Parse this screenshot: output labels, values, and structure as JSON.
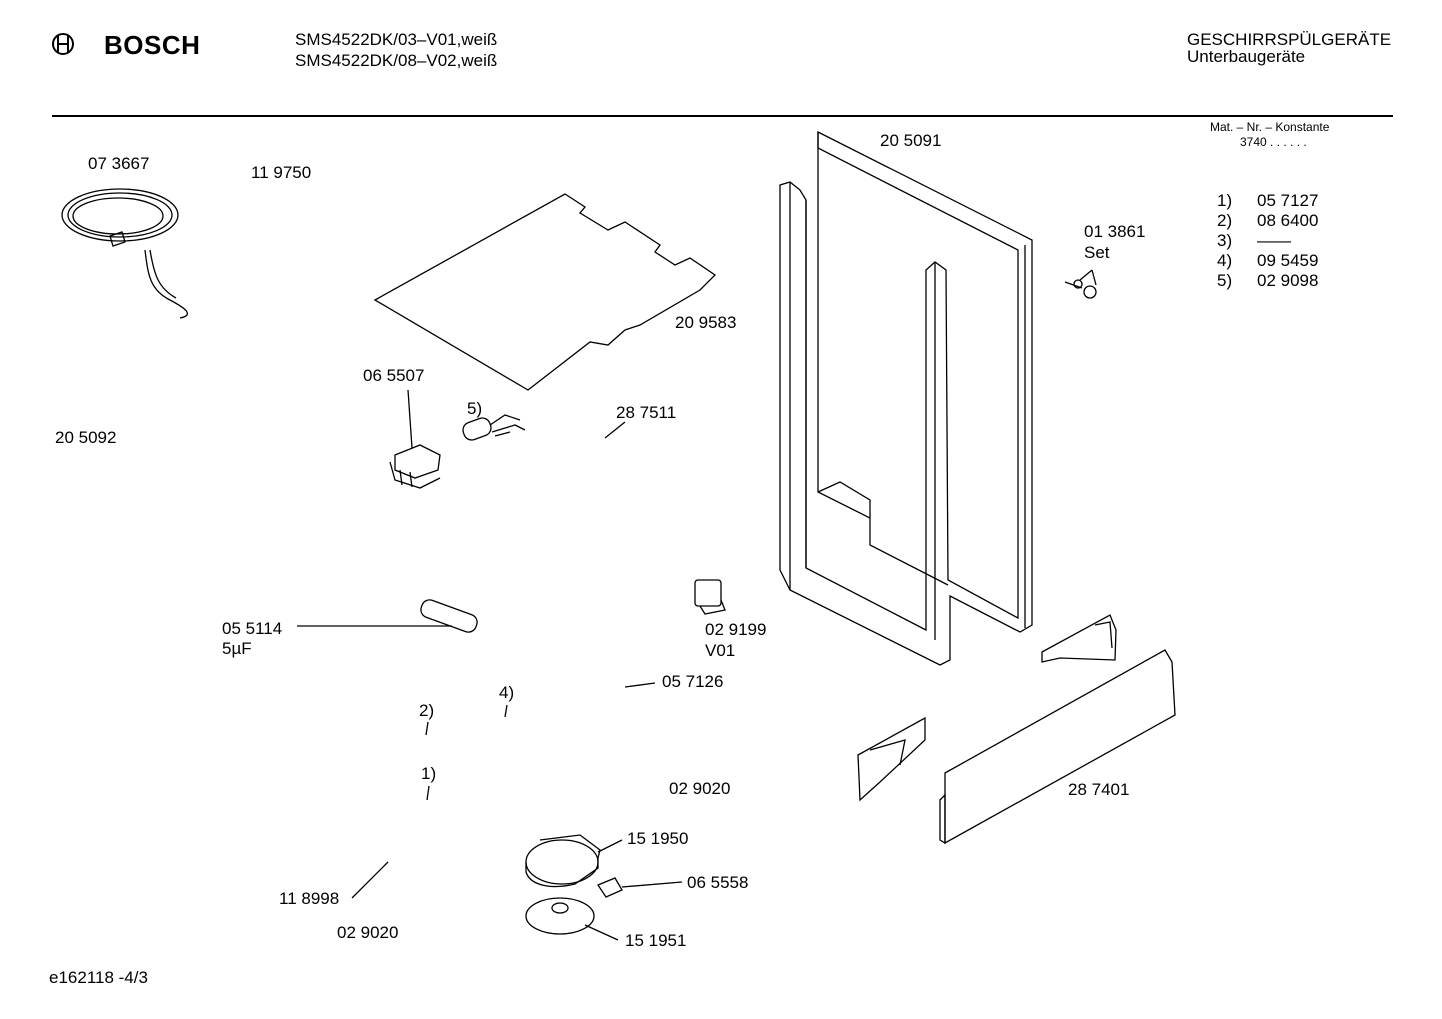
{
  "header": {
    "brand": "BOSCH",
    "models": [
      "SMS4522DK/03–V01,weiß",
      "SMS4522DK/08–V02,weiß"
    ],
    "category": "GESCHIRRSPÜLGERÄTE",
    "subcategory": "Unterbaugeräte"
  },
  "constants": {
    "title": "Mat. – Nr. – Konstante",
    "value": "3740 .  .  .  .  .  ."
  },
  "legend": [
    {
      "num": "1)",
      "part": "05 7127"
    },
    {
      "num": "2)",
      "part": "08 6400"
    },
    {
      "num": "3)",
      "part": "——"
    },
    {
      "num": "4)",
      "part": "09 5459"
    },
    {
      "num": "5)",
      "part": "02 9098"
    }
  ],
  "parts": {
    "p073667": "07 3667",
    "p119750": "11 9750",
    "p205091": "20 5091",
    "p013861": "01 3861",
    "p013861_set": "Set",
    "p209583": "20 9583",
    "p065507": "06 5507",
    "ref5": "5)",
    "p287511": "28 7511",
    "p205092": "20 5092",
    "p055114": "05 5114",
    "p055114_cap": "5µF",
    "p029199": "02 9199",
    "p029199_v": "V01",
    "p057126": "05 7126",
    "ref4": "4)",
    "ref2": "2)",
    "ref1": "1)",
    "p029020a": "02 9020",
    "p287401": "28 7401",
    "p151950": "15 1950",
    "p065558": "06 5558",
    "p118998": "11 8998",
    "p151951": "15 1951",
    "p029020b": "02 9020"
  },
  "footer": {
    "doc_id": "e162118 -4/3"
  }
}
